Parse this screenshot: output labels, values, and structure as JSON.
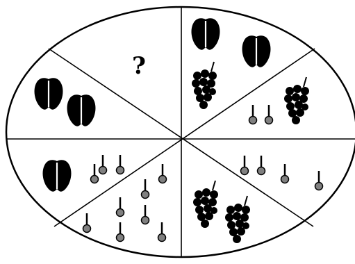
{
  "puzzle": {
    "question_mark": "?",
    "colors": {
      "fruit": "#000000",
      "cherry": "#808080",
      "line": "#000000",
      "background": "#ffffff"
    },
    "icon_names": [
      "apple-icon",
      "grape-cluster-icon",
      "cherry-icon"
    ],
    "sectors": [
      {
        "name": "sector-top-left",
        "content": "?",
        "apples": 0,
        "grapes": 0,
        "cherries": 0
      },
      {
        "name": "sector-top-right",
        "apples": 2,
        "grapes": 1,
        "cherries": 0
      },
      {
        "name": "sector-right-upper",
        "apples": 0,
        "grapes": 1,
        "cherries": 2
      },
      {
        "name": "sector-right-lower",
        "apples": 0,
        "grapes": 0,
        "cherries": 4
      },
      {
        "name": "sector-bottom-right",
        "apples": 0,
        "grapes": 2,
        "cherries": 0
      },
      {
        "name": "sector-bottom-left",
        "apples": 0,
        "grapes": 0,
        "cherries": 7
      },
      {
        "name": "sector-left-lower",
        "apples": 1,
        "grapes": 0,
        "cherries": 3
      },
      {
        "name": "sector-left-upper",
        "apples": 2,
        "grapes": 0,
        "cherries": 0
      }
    ]
  }
}
